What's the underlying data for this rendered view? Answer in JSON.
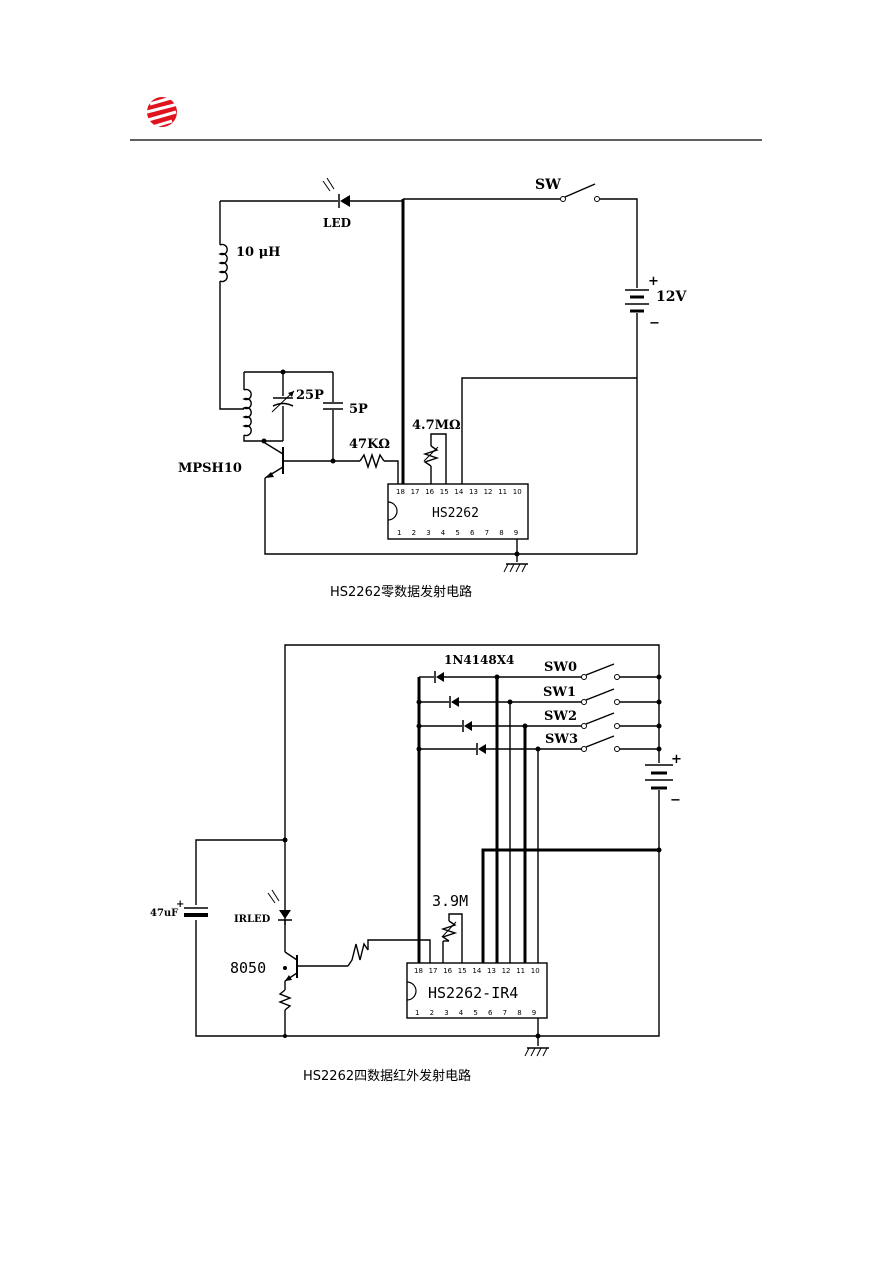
{
  "circuit1": {
    "caption": "HS2262零数据发射电路",
    "led_label": "LED",
    "switch_label": "SW",
    "battery_label": "12V",
    "battery_plus": "+",
    "battery_minus": "−",
    "inductor_label": "10 μH",
    "cap_var_label": "25P",
    "cap_label": "5P",
    "resistor_label": "47KΩ",
    "osc_resistor_label": "4.7MΩ",
    "transistor_label": "MPSH10",
    "ic_label": "HS2262",
    "ic_pins_top": [
      "18",
      "17",
      "16",
      "15",
      "14",
      "13",
      "12",
      "11",
      "10"
    ],
    "ic_pins_bottom": [
      "1",
      "2",
      "3",
      "4",
      "5",
      "6",
      "7",
      "8",
      "9"
    ]
  },
  "circuit2": {
    "caption": "HS2262四数据红外发射电路",
    "diode_label": "1N4148X4",
    "switches": [
      "SW0",
      "SW1",
      "SW2",
      "SW3"
    ],
    "battery_plus": "+",
    "battery_minus": "−",
    "cap_label": "47uF",
    "cap_plus": "+",
    "irled_label": "IRLED",
    "transistor_label": "8050",
    "osc_resistor_label": "3.9M",
    "ic_label": "HS2262-IR4",
    "ic_pins_top": [
      "18",
      "17",
      "16",
      "15",
      "14",
      "13",
      "12",
      "11",
      "10"
    ],
    "ic_pins_bottom": [
      "1",
      "2",
      "3",
      "4",
      "5",
      "6",
      "7",
      "8",
      "9"
    ]
  }
}
